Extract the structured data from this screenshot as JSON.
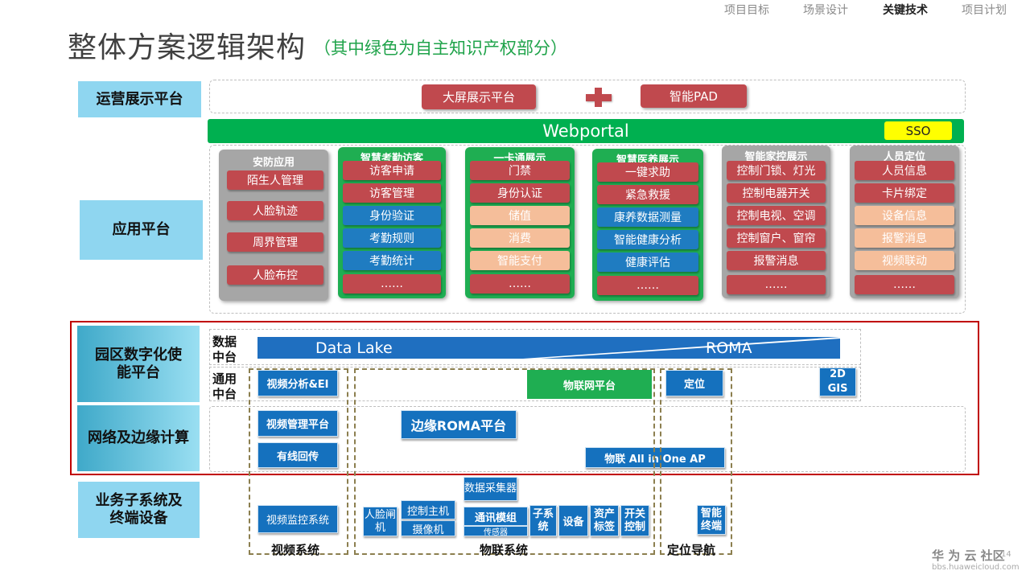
{
  "nav": [
    "项目目标",
    "场景设计",
    "关键技术",
    "项目计划"
  ],
  "title": "整体方案逻辑架构",
  "subtitle": "（其中绿色为自主知识产权部分）",
  "rows": {
    "ops": "运营展示平台",
    "app": "应用平台",
    "digital": "园区数字化使能平台",
    "network": "网络及边缘计算",
    "business": "业务子系统及终端设备"
  },
  "ops_items": [
    "大屏展示平台",
    "智能PAD"
  ],
  "webportal": "Webportal",
  "sso": "SSO",
  "columns": [
    {
      "title": "安防应用",
      "items": [
        "陌生人管理",
        "人脸轨迹",
        "周界管理",
        "人脸布控"
      ]
    },
    {
      "title": "智慧考勤访客",
      "items": [
        "访客申请",
        "访客管理",
        "身份验证",
        "考勤规则",
        "考勤统计",
        "……"
      ]
    },
    {
      "title": "一卡通展示",
      "items": [
        "门禁",
        "身份认证",
        "储值",
        "消费",
        "智能支付",
        "……"
      ]
    },
    {
      "title": "智慧医养展示",
      "items": [
        "一键求助",
        "紧急救援",
        "康养数据测量",
        "智能健康分析",
        "健康评估",
        "……"
      ]
    },
    {
      "title": "智能家控展示",
      "items": [
        "控制门锁、灯光",
        "控制电器开关",
        "控制电视、空调",
        "控制窗户、窗帘",
        "报警消息",
        "……"
      ]
    },
    {
      "title": "人员定位",
      "items": [
        "人员信息",
        "卡片绑定",
        "设备信息",
        "报警消息",
        "视频联动",
        "……"
      ]
    }
  ],
  "data_center": "数据中台",
  "common_center": "通用中台",
  "datalake": "Data Lake",
  "roma": "ROMA",
  "boxes": {
    "video_ai": "视频分析&EI",
    "iot_platform": "物联网平台",
    "locate": "定位",
    "gis": "2D GIS",
    "video_mgmt": "视频管理平台",
    "edge_roma": "边缘ROMA平台",
    "wired": "有线回传",
    "iot_ap": "物联  All in One AP",
    "video_monitor": "视频监控系统",
    "collector": "数据采集器",
    "face_gate": "人脸闸机",
    "control_host": "控制主机",
    "camera": "摄像机",
    "comm_module": "通讯模组",
    "sensor": "传感器",
    "subsystem": "子系统",
    "device": "设备",
    "asset_tag": "资产标签",
    "switch_ctrl": "开关控制",
    "smart_terminal": "智能终端"
  },
  "groups": [
    "视频系统",
    "物联系统",
    "定位导航"
  ],
  "footer": {
    "brand": "华 为 云 社区",
    "url": "bbs.huaweicloud.com",
    "page": "14"
  },
  "colors": {
    "red": "#c0494e",
    "green": "#1fae52",
    "blue": "#1571be",
    "highlight": "#c00000"
  }
}
